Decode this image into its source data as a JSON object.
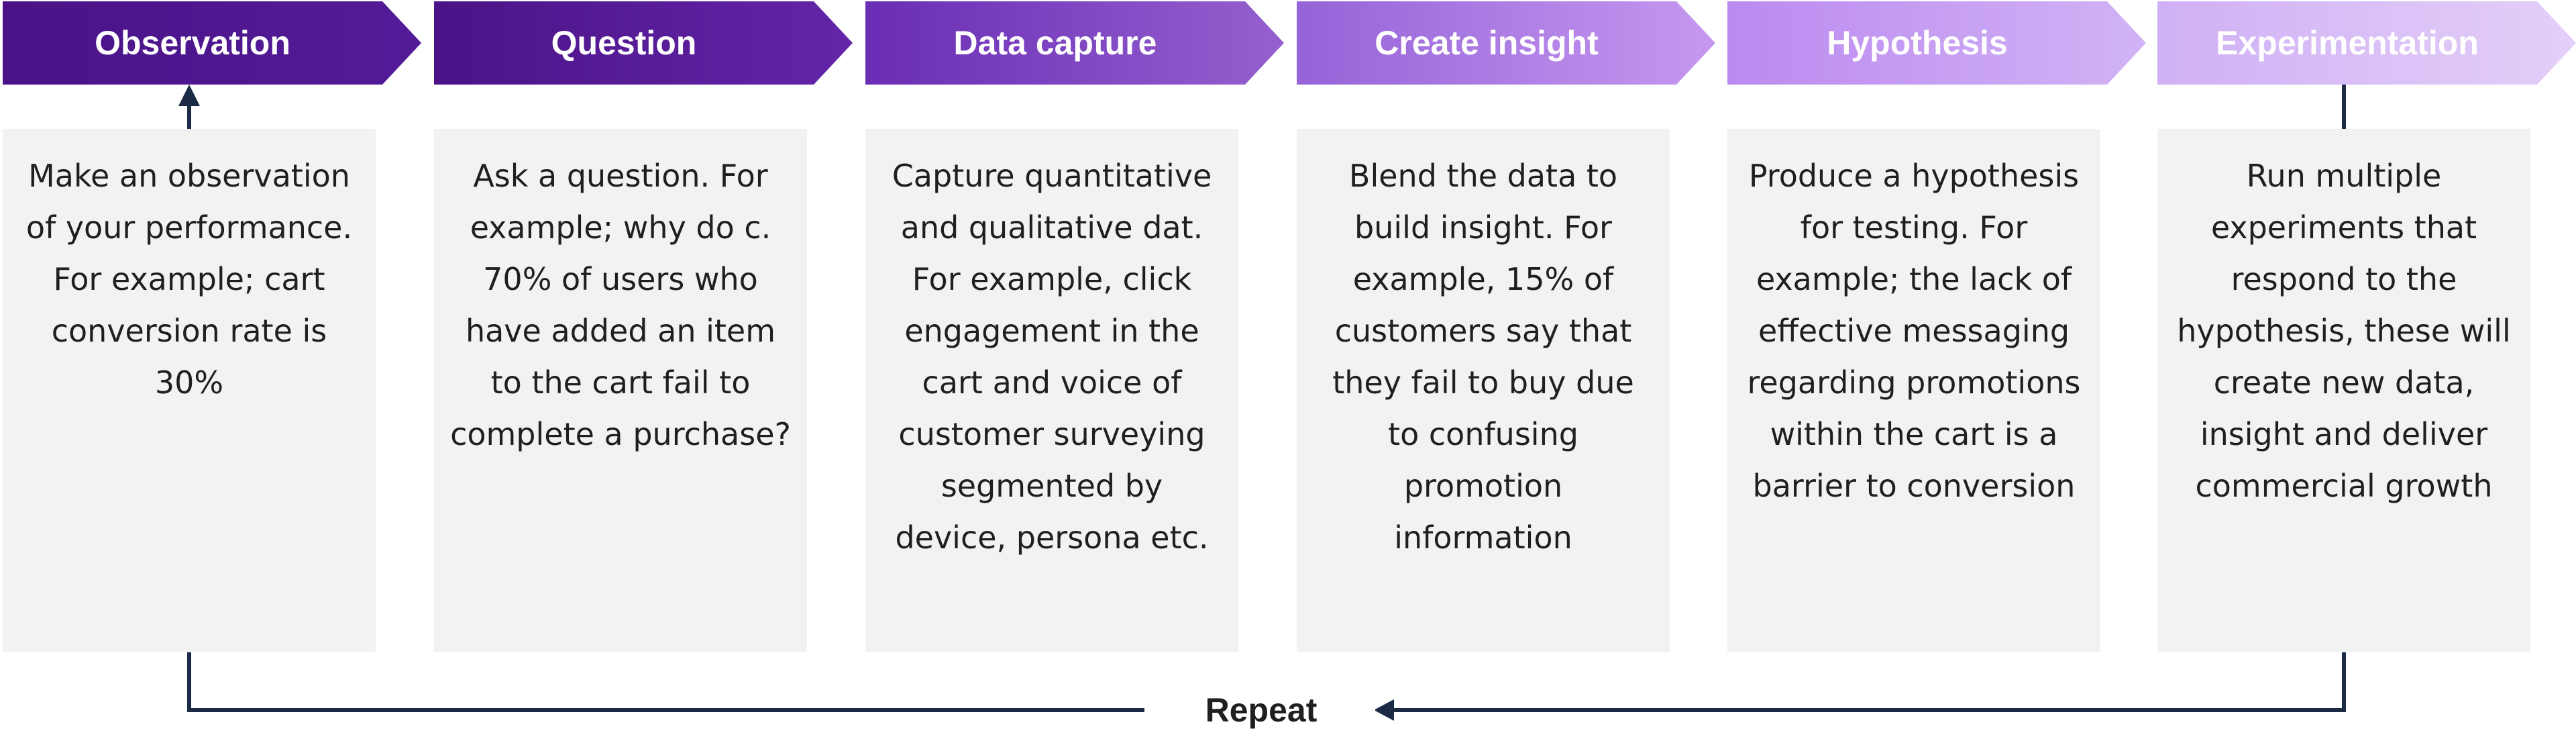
{
  "colors": {
    "step1": [
      "#4b1387",
      "#531b97"
    ],
    "step2": [
      "#4b1387",
      "#6425a8"
    ],
    "step3": [
      "#6a2db5",
      "#9560cf"
    ],
    "step4": [
      "#9663d8",
      "#c698f0"
    ],
    "step5": [
      "#bb8af0",
      "#d2b3f5"
    ],
    "step6": [
      "#d0b0f5",
      "#e3cff8"
    ],
    "card_background": "#f2f2f2",
    "connector": "#1b2a45"
  },
  "steps": [
    {
      "title": "Observation",
      "description": "Make an observation of your performance. For example; cart conversion rate is 30%"
    },
    {
      "title": "Question",
      "description": "Ask a question. For example; why do c. 70% of users who have added an item to the cart fail to complete a purchase?"
    },
    {
      "title": "Data capture",
      "description": "Capture quantitative and qualitative dat. For example, click engagement in the cart and voice of customer surveying segmented by device, persona etc."
    },
    {
      "title": "Create insight",
      "description": "Blend the data to build insight. For example, 15% of customers say that they fail to buy due to confusing promotion information"
    },
    {
      "title": "Hypothesis",
      "description": "Produce a hypothesis for testing. For example; the lack of effective messaging regarding promotions within the cart is a barrier to conversion"
    },
    {
      "title": "Experimentation",
      "description": "Run multiple experiments that respond to the hypothesis, these will create new data, insight and deliver commercial growth"
    }
  ],
  "loop": {
    "label": "Repeat"
  }
}
